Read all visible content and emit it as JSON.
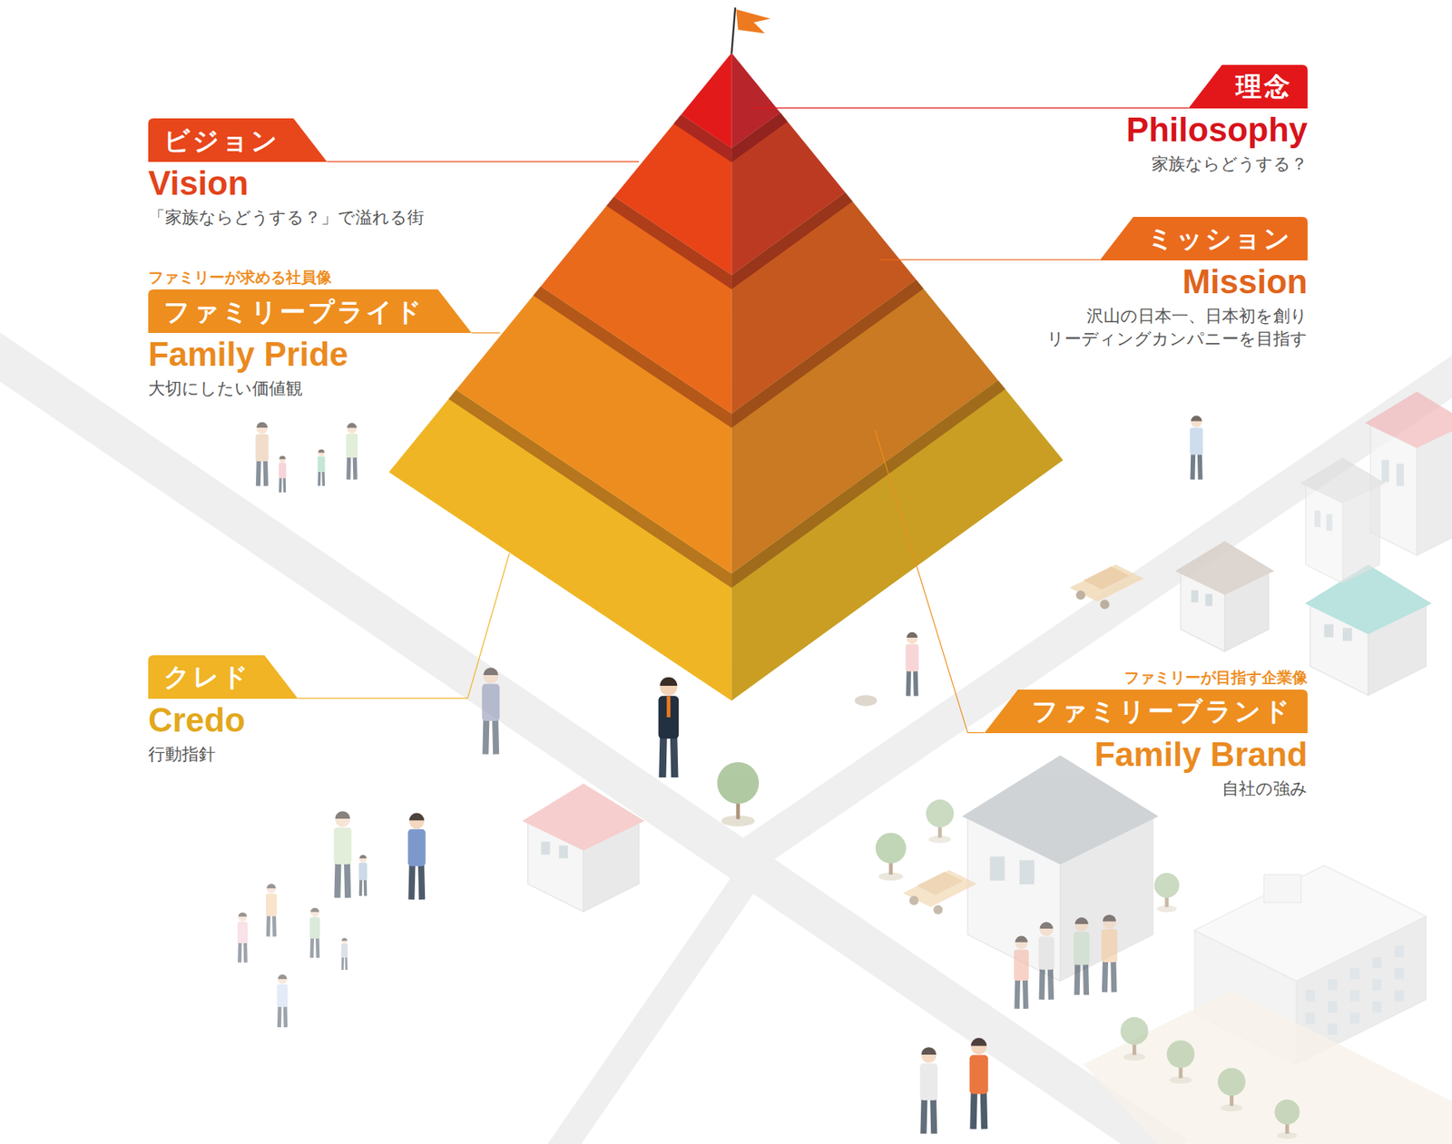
{
  "diagram": {
    "nodes": [
      {
        "text": [
          "理念",
          "Philosophy",
          "家族ならどうする？"
        ]
      },
      {
        "text": [
          "ビジョン",
          "Vision",
          "「家族ならどうする？」で溢れる街"
        ]
      },
      {
        "text": [
          "ミッション",
          "Mission",
          "沢山の日本一、日本初を創り リーディングカンパニーを目指す"
        ]
      },
      {
        "text": [
          "ファミリーが求める社員像",
          "ファミリープライド",
          "Family Pride",
          "大切にしたい価値観"
        ]
      },
      {
        "text": [
          "クレド",
          "Credo",
          "行動指針"
        ]
      },
      {
        "text": [
          "ファミリーが目指す企業像",
          "ファミリーブランド",
          "Family Brand",
          "自社の強み"
        ]
      }
    ]
  }
}
